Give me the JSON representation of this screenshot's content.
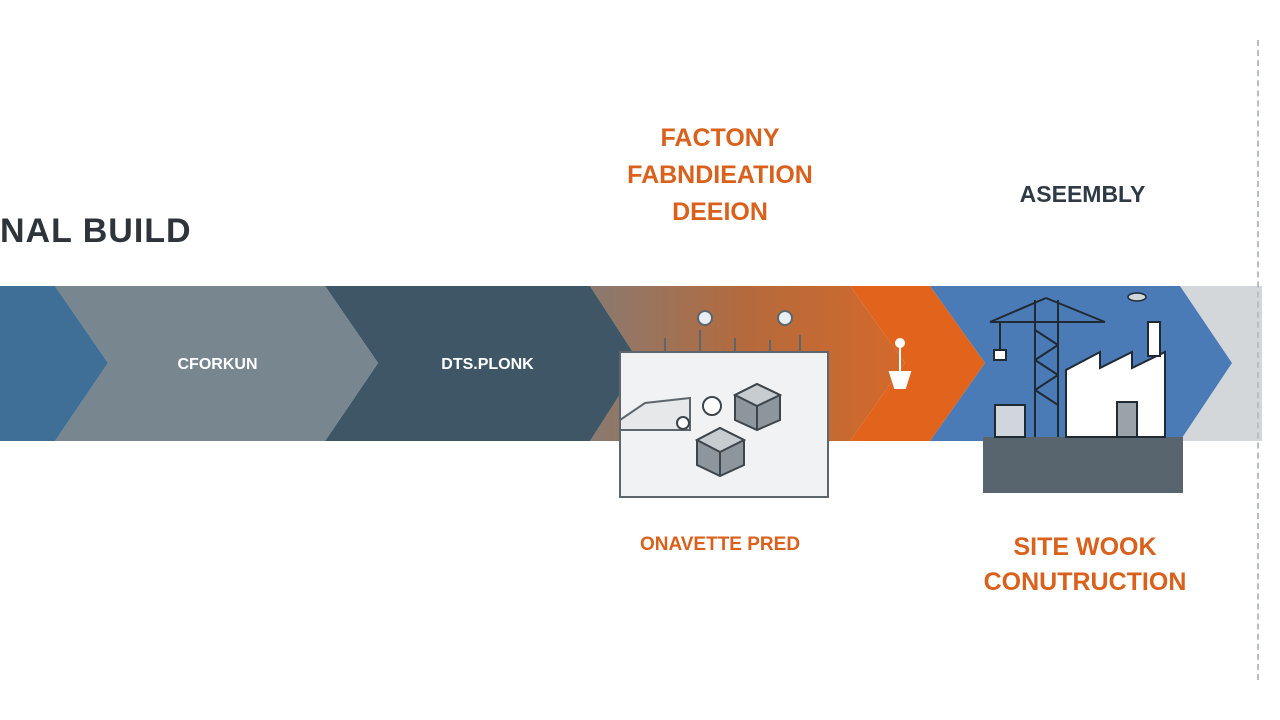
{
  "title": "NAL BUILD",
  "factory_lines": [
    "FACTONY",
    "FABNDIEATION",
    "DEEION"
  ],
  "assembly": "ASEEMBLY",
  "chevrons": [
    "CFORKUN",
    "DTS.PLONK"
  ],
  "onsite_prep": "ONAVETTE PRED",
  "site_work_lines": [
    "SITE WOOK",
    "CONUTRUCTION"
  ],
  "colors": {
    "blue": "#3f6f96",
    "gray": "#78868f",
    "slate": "#3f5666",
    "orange": "#e2641c",
    "bright_blue": "#4a7bb6",
    "light_gray": "#d3d7da"
  },
  "icons": [
    "cube-icon",
    "factory-icon",
    "crane-icon",
    "dropper-icon"
  ]
}
